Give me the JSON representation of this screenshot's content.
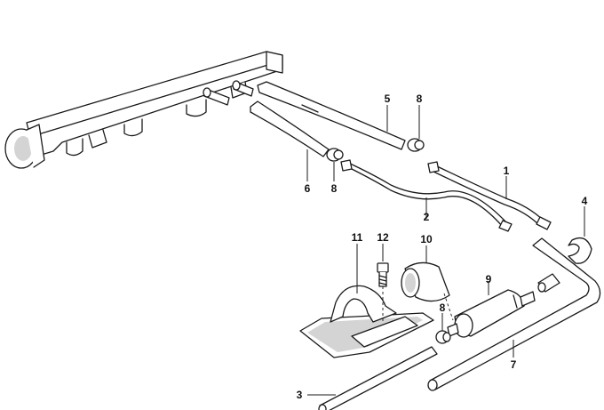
{
  "diagram": {
    "callouts": [
      {
        "id": "c1",
        "label": "1"
      },
      {
        "id": "c2",
        "label": "2"
      },
      {
        "id": "c3",
        "label": "3"
      },
      {
        "id": "c4",
        "label": "4"
      },
      {
        "id": "c5",
        "label": "5"
      },
      {
        "id": "c6",
        "label": "6"
      },
      {
        "id": "c7",
        "label": "7"
      },
      {
        "id": "c8a",
        "label": "8"
      },
      {
        "id": "c8b",
        "label": "8"
      },
      {
        "id": "c8c",
        "label": "8"
      },
      {
        "id": "c9",
        "label": "9"
      },
      {
        "id": "c10",
        "label": "10"
      },
      {
        "id": "c11",
        "label": "11"
      },
      {
        "id": "c12",
        "label": "12"
      }
    ]
  }
}
